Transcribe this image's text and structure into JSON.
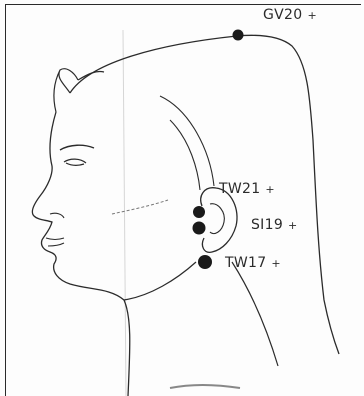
{
  "points": [
    {
      "id": "gv20",
      "label": "GV20",
      "marker": "+"
    },
    {
      "id": "tw21",
      "label": "TW21",
      "marker": "+"
    },
    {
      "id": "si19",
      "label": "SI19",
      "marker": "+"
    },
    {
      "id": "tw17",
      "label": "TW17",
      "marker": "+"
    }
  ],
  "colors": {
    "line": "#2b2b2b",
    "point": "#1a1a1a",
    "paper": "#fdfdfd"
  }
}
